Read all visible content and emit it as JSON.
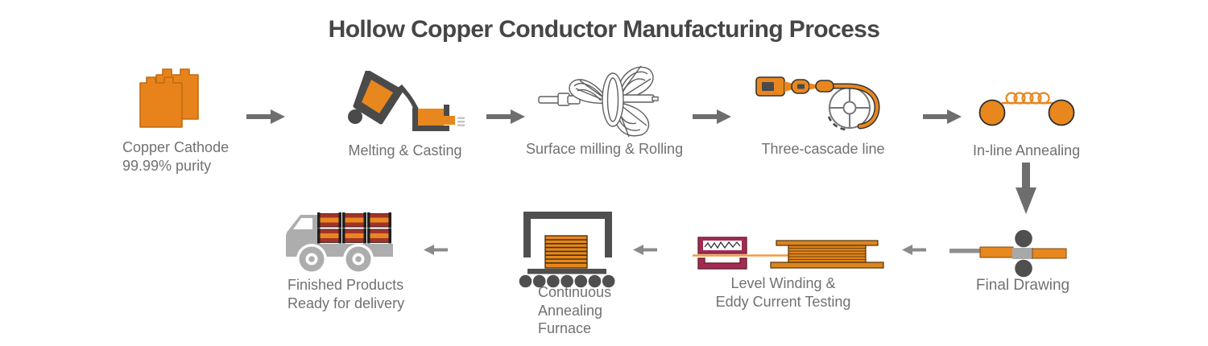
{
  "title": "Hollow Copper Conductor Manufacturing Process",
  "colors": {
    "accent_orange": "#E8871E",
    "dark_gray": "#4F4F4F",
    "arrow_gray": "#6E6E6E",
    "small_arrow_gray": "#8A8A8A",
    "label_gray": "#717171",
    "title_gray": "#464646",
    "tester_crimson": "#A22C50",
    "truck_gray": "#ADADAD",
    "spool_red": "#A3322A"
  },
  "stages": [
    {
      "name": "copper-cathode",
      "icon": "copper-cathode-sheets-icon",
      "lines": [
        "Copper Cathode",
        "99.99% purity"
      ]
    },
    {
      "name": "melting-casting",
      "icon": "melting-ladle-icon",
      "lines": [
        "Melting & Casting"
      ]
    },
    {
      "name": "surface-milling-rolling",
      "icon": "milling-cutters-icon",
      "lines": [
        "Surface milling & Rolling"
      ]
    },
    {
      "name": "three-cascade-line",
      "icon": "cascade-coiler-icon",
      "lines": [
        "Three-cascade line"
      ]
    },
    {
      "name": "in-line-annealing",
      "icon": "annealing-coil-icon",
      "lines": [
        "In-line Annealing"
      ]
    },
    {
      "name": "final-drawing",
      "icon": "drawing-rollers-icon",
      "lines": [
        "Final Drawing"
      ]
    },
    {
      "name": "level-winding-eddy-testing",
      "icon": "spool-eddy-tester-icon",
      "lines": [
        "Level Winding &",
        "Eddy Current Testing"
      ]
    },
    {
      "name": "continuous-annealing-furnace",
      "icon": "annealing-furnace-icon",
      "lines": [
        "Continuous",
        "Annealing",
        "Furnace"
      ]
    },
    {
      "name": "finished-products-delivery",
      "icon": "delivery-truck-icon",
      "lines": [
        "Finished Products",
        "Ready for delivery"
      ]
    }
  ]
}
